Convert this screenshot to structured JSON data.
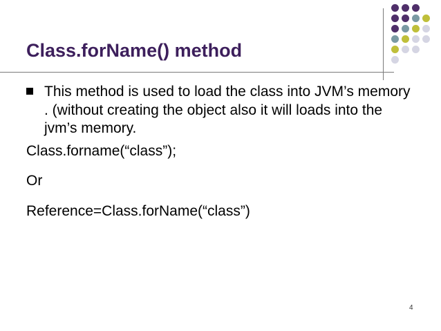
{
  "slide": {
    "title": "Class.forName() method",
    "bullet": "This method is used to  load the class into JVM’s memory . (without creating the object also it will loads into the jvm’s memory.",
    "lines": [
      "Class.forname(“class”);",
      "Or",
      "Reference=Class.forName(“class”)"
    ],
    "page_number": "4"
  },
  "colors": {
    "title": "#3d1f5c",
    "dot_purple": "#4f2f6a",
    "dot_teal": "#7a9aa3",
    "dot_yellow": "#bfbf3a",
    "dot_light": "#d5d5e3"
  }
}
